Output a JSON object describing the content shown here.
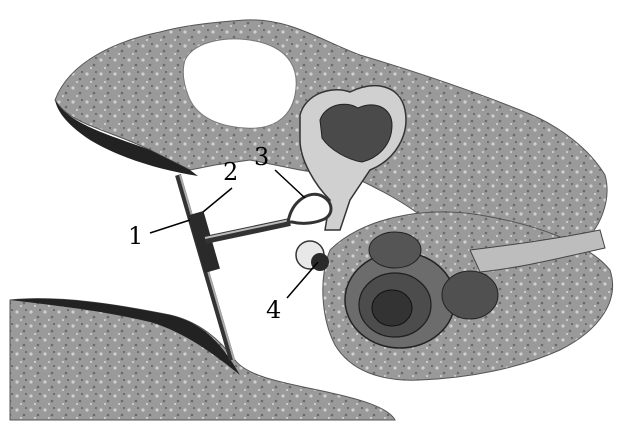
{
  "labels": [
    {
      "id": "1",
      "text": "1"
    },
    {
      "id": "2",
      "text": "2"
    },
    {
      "id": "3",
      "text": "3"
    },
    {
      "id": "4",
      "text": "4"
    }
  ],
  "colors": {
    "bone": "#8f8f8f",
    "bone_dark": "#5a5a5a",
    "canal": "#1e1e1e",
    "tube": "#3a3a3a",
    "line": "#000000",
    "background": "#ffffff"
  }
}
